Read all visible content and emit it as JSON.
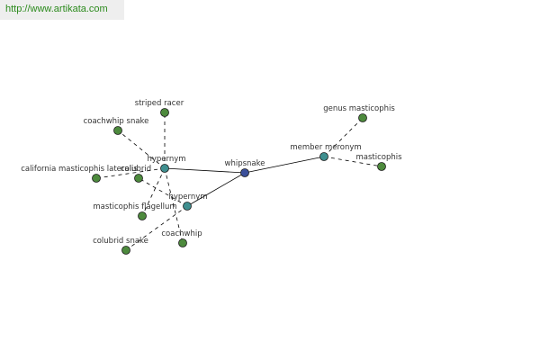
{
  "source": {
    "url": "http://www.artikata.com"
  },
  "colors": {
    "link_text": "#2b8a1c",
    "banner_bg": "#eeeeee",
    "edge": "#000000",
    "node_center": "#3b4f9a",
    "node_relation": "#3f8f8f",
    "node_term": "#4d8a3d",
    "node_stroke": "#1a1a1a",
    "label": "#333333"
  },
  "graph": {
    "nodes": [
      {
        "id": "whipsnake",
        "label": "whipsnake",
        "kind": "center"
      },
      {
        "id": "hypernym-1",
        "label": "hypernym",
        "kind": "relation"
      },
      {
        "id": "hypernym-2",
        "label": "hypernym",
        "kind": "relation"
      },
      {
        "id": "member-meronym",
        "label": "member meronym",
        "kind": "relation"
      },
      {
        "id": "striped-racer",
        "label": "striped racer",
        "kind": "term"
      },
      {
        "id": "coachwhip-snake",
        "label": "coachwhip snake",
        "kind": "term"
      },
      {
        "id": "california-masticophis-lateralis",
        "label": "california masticophis lateralis",
        "kind": "term"
      },
      {
        "id": "colubrid",
        "label": "colubrid",
        "kind": "term"
      },
      {
        "id": "masticophis-flagellum",
        "label": "masticophis flagellum",
        "kind": "term"
      },
      {
        "id": "colubrid-snake",
        "label": "colubrid snake",
        "kind": "term"
      },
      {
        "id": "coachwhip",
        "label": "coachwhip",
        "kind": "term"
      },
      {
        "id": "genus-masticophis",
        "label": "genus masticophis",
        "kind": "term"
      },
      {
        "id": "masticophis",
        "label": "masticophis",
        "kind": "term"
      }
    ],
    "edges": [
      {
        "from": "hypernym-1",
        "to": "whipsnake",
        "style": "solid"
      },
      {
        "from": "hypernym-2",
        "to": "whipsnake",
        "style": "solid"
      },
      {
        "from": "whipsnake",
        "to": "member-meronym",
        "style": "solid"
      },
      {
        "from": "hypernym-1",
        "to": "striped-racer",
        "style": "dashed"
      },
      {
        "from": "hypernym-1",
        "to": "coachwhip-snake",
        "style": "dashed"
      },
      {
        "from": "hypernym-1",
        "to": "california-masticophis-lateralis",
        "style": "dashed"
      },
      {
        "from": "hypernym-1",
        "to": "masticophis-flagellum",
        "style": "dashed"
      },
      {
        "from": "hypernym-1",
        "to": "coachwhip",
        "style": "dashed"
      },
      {
        "from": "hypernym-2",
        "to": "colubrid",
        "style": "dashed"
      },
      {
        "from": "hypernym-2",
        "to": "colubrid-snake",
        "style": "dashed"
      },
      {
        "from": "member-meronym",
        "to": "genus-masticophis",
        "style": "dashed"
      },
      {
        "from": "member-meronym",
        "to": "masticophis",
        "style": "dashed"
      }
    ]
  }
}
